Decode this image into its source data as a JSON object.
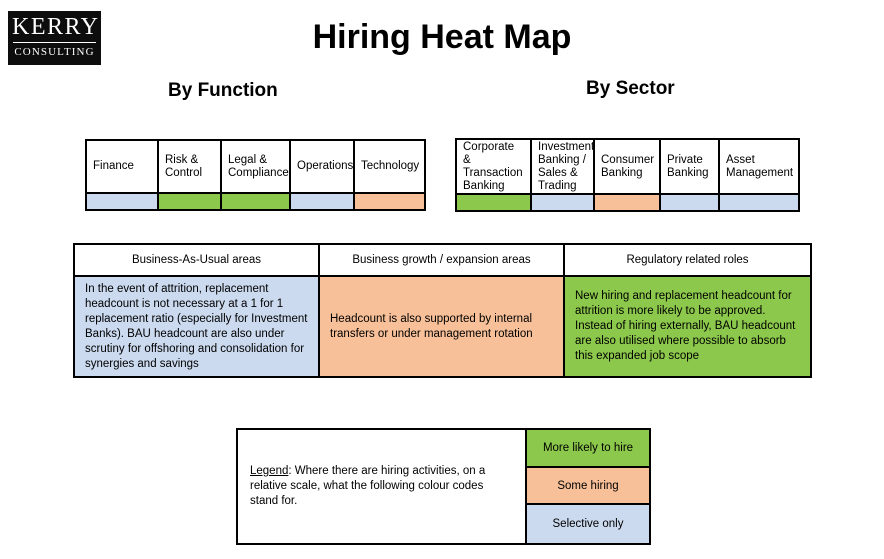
{
  "logo": {
    "name": "KERRY",
    "tagline": "CONSULTING"
  },
  "header": {
    "title": "Hiring Heat Map",
    "section_function": "By Function",
    "section_sector": "By Sector"
  },
  "colors": {
    "green": "#8CC84B",
    "orange": "#F7C098",
    "blue": "#CBDAEF",
    "border": "#000000",
    "background": "#FFFFFF"
  },
  "matrix_function": {
    "columns": [
      {
        "label": "Finance",
        "color": "#CBDAEF",
        "rating": "Selective only",
        "width": 72
      },
      {
        "label": "Risk & Control",
        "color": "#8CC84B",
        "rating": "More likely to hire",
        "width": 63
      },
      {
        "label": "Legal & Compliance",
        "color": "#8CC84B",
        "rating": "More likely to hire",
        "width": 69
      },
      {
        "label": "Operations",
        "color": "#CBDAEF",
        "rating": "Selective only",
        "width": 64
      },
      {
        "label": "Technology",
        "color": "#F7C098",
        "rating": "Some hiring",
        "width": 69
      }
    ]
  },
  "matrix_sector": {
    "columns": [
      {
        "label": "Corporate & Transaction Banking",
        "color": "#8CC84B",
        "rating": "More likely to hire",
        "width": 75
      },
      {
        "label": "Investment Banking / Sales & Trading",
        "color": "#CBDAEF",
        "rating": "Selective only",
        "width": 63
      },
      {
        "label": "Consumer Banking",
        "color": "#F7C098",
        "rating": "Some hiring",
        "width": 66
      },
      {
        "label": "Private Banking",
        "color": "#CBDAEF",
        "rating": "Selective only",
        "width": 59
      },
      {
        "label": "Asset Management",
        "color": "#CBDAEF",
        "rating": "Selective only",
        "width": 78
      }
    ]
  },
  "panels": [
    {
      "heading": "Business-As-Usual areas",
      "body": "In the event of attrition, replacement headcount is not necessary at a 1 for 1 replacement ratio (especially for Investment Banks). BAU headcount are also under scrutiny for offshoring and consolidation for synergies and savings",
      "color": "#CBDAEF"
    },
    {
      "heading": "Business growth / expansion areas",
      "body": "Headcount is also supported by internal transfers or under management rotation",
      "color": "#F7C098"
    },
    {
      "heading": "Regulatory  related roles",
      "body": "New hiring and replacement headcount for attrition is more likely to be approved. Instead of hiring externally, BAU headcount are also utilised where possible to absorb this expanded job scope",
      "color": "#8CC84B"
    }
  ],
  "legend": {
    "label_word": "Legend",
    "description": ": Where there are hiring activities, on a relative scale, what the following colour codes stand for.",
    "items": [
      {
        "label": "More likely to hire",
        "color": "#8CC84B"
      },
      {
        "label": "Some hiring",
        "color": "#F7C098"
      },
      {
        "label": "Selective only",
        "color": "#CBDAEF"
      }
    ]
  }
}
